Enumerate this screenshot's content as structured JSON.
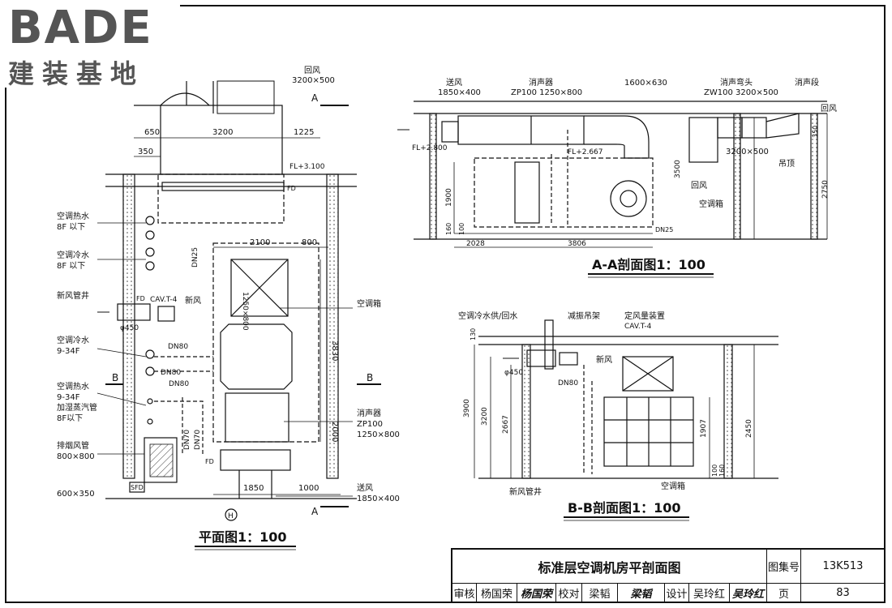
{
  "logo": {
    "brand": "BADE",
    "subtitle": "建装基地"
  },
  "plan": {
    "title": "平面图1：100",
    "labels": {
      "return_air": "回风",
      "return_air_size": "3200×500",
      "hot_water": "空调热水",
      "hot_water_floors": "8F 以下",
      "cold_water": "空调冷水",
      "cold_water_floors": "8F 以下",
      "fresh_shaft": "新风管井",
      "cav": "CAV.T-4",
      "fresh_air": "新风",
      "d450": "φ450",
      "cold_water2": "空调冷水",
      "cold_water2_floors": "9-34F",
      "hot_water2": "空调热水",
      "hot_water2_floors": "9-34F",
      "humidify": "加湿蒸汽管",
      "humidify_floors": "8F以下",
      "smoke": "排烟风管",
      "smoke_size": "800×800",
      "duct_600": "600×350",
      "ahu": "空调箱",
      "silencer": "消声器",
      "silencer_model": "ZP100",
      "silencer_size": "1250×800",
      "supply": "送风",
      "supply_size": "1850×400",
      "dim_650": "650",
      "dim_3200": "3200",
      "dim_1225": "1225",
      "dim_350": "350",
      "dim_2100": "2100",
      "dim_800": "800",
      "dim_3830": "3830",
      "dim_2000": "2000",
      "dim_1850": "1850",
      "dim_1000": "1000",
      "dim_1250x800": "1250×800",
      "fl": "FL+3.100",
      "dn80a": "DN80",
      "dn80b": "DN80",
      "dn80c": "DN80",
      "dn25": "DN25",
      "dn70a": "DN70",
      "dn70b": "DN70",
      "fd1": "FD",
      "fd2": "FD",
      "fd3": "FD",
      "sfd": "SFD",
      "sec_a": "A",
      "sec_a2": "A",
      "sec_b": "B",
      "sec_b2": "B",
      "axis_h": "H"
    }
  },
  "section_aa": {
    "title": "A-A剖面图1：100",
    "labels": {
      "supply": "送风",
      "supply_size": "1850×400",
      "silencer": "消声器",
      "silencer_spec": "ZP100 1250×800",
      "duct_1600": "1600×630",
      "elbow": "消声弯头",
      "elbow_spec": "ZW100 3200×500",
      "silencer_seg": "消声段",
      "return": "回风",
      "return2": "回风",
      "return_size": "3200×500",
      "ceiling": "吊顶",
      "ahu": "空调箱",
      "fl1": "FL+2.800",
      "fl2": "FL+2.667",
      "dim_1900": "1900",
      "dim_2028": "2028",
      "dim_3806": "3806",
      "dim_160": "160",
      "dim_100": "100",
      "dim_3500": "3500",
      "dim_2750": "2750",
      "dim_350": "350",
      "dn25": "DN25"
    }
  },
  "section_bb": {
    "title": "B-B剖面图1：100",
    "labels": {
      "cw_supply_return": "空调冷水供/回水",
      "hanger": "减振吊架",
      "cav_device": "定风量装置",
      "cav": "CAV.T-4",
      "d450": "φ450",
      "fresh_air": "新风",
      "dn80": "DN80",
      "dim_3900": "3900",
      "dim_3200": "3200",
      "dim_2667": "2667",
      "dim_1907": "1907",
      "dim_2450": "2450",
      "dim_100": "100",
      "dim_130": "130",
      "dim_160": "160",
      "fresh_shaft": "新风管井",
      "ahu": "空调箱"
    }
  },
  "title_block": {
    "drawing_title": "标准层空调机房平剖面图",
    "atlas_label": "图集号",
    "atlas_no": "13K513",
    "reviewer_label": "审核",
    "reviewer": "杨国荣",
    "reviewer_sig": "杨国荣",
    "checker_label": "校对",
    "checker": "梁韬",
    "checker_sig": "梁韬",
    "designer_label": "设计",
    "designer": "吴玲红",
    "designer_sig": "吴玲红",
    "page_label": "页",
    "page_no": "83"
  }
}
